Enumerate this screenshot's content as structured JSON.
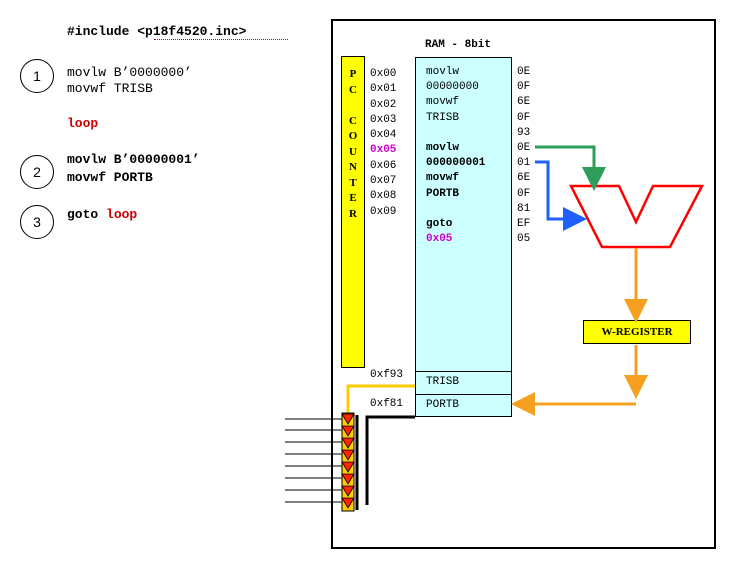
{
  "include_line": "#include <p18f4520.inc>",
  "steps": [
    {
      "number": "1",
      "line1": "movlw B’0000000’",
      "line2": "movwf TRISB"
    },
    {
      "number": "2",
      "line1": "movlw B’00000001’",
      "line2": "movwf PORTB"
    },
    {
      "number": "3",
      "goto": "goto",
      "target": "loop"
    }
  ],
  "loop_label": "loop",
  "ram_title": "RAM - 8bit",
  "pc_counter_label": "P\nC\n\nC\nO\nU\nN\nT\nE\nR",
  "addresses": [
    "0x00",
    "0x01",
    "0x02",
    "0x03",
    "0x04",
    "0x05",
    "0x06",
    "0x07",
    "0x08",
    "0x09"
  ],
  "ram_rows": [
    {
      "text": "movlw",
      "hex": "0E"
    },
    {
      "text": "00000000",
      "hex": "0F"
    },
    {
      "text": "movwf",
      "hex": "6E"
    },
    {
      "text": "TRISB",
      "hex": "0F"
    },
    {
      "text": "",
      "hex": "93"
    },
    {
      "text": "movlw",
      "hex": "0E"
    },
    {
      "text": "000000001",
      "hex": "01"
    },
    {
      "text": "movwf",
      "hex": "6E"
    },
    {
      "text": "PORTB",
      "hex": "0F"
    },
    {
      "text": "",
      "hex": "81"
    },
    {
      "text": "goto",
      "hex": "EF"
    },
    {
      "text": "0x05",
      "hex": "05"
    }
  ],
  "special_registers": [
    {
      "address": "0xf93",
      "name": "TRISB"
    },
    {
      "address": "0xf81",
      "name": "PORTB"
    }
  ],
  "w_register_label": "W-REGISTER",
  "colors": {
    "pc_fill": "#ffff00",
    "ram_fill": "#ccffff",
    "alu_stroke": "#ff0000",
    "green_arrow": "#2e9e5b",
    "blue_arrow": "#1f5fff",
    "orange_arrow": "#f5a020",
    "highlight_text": "#cc00cc",
    "label_red": "#cc0000"
  }
}
